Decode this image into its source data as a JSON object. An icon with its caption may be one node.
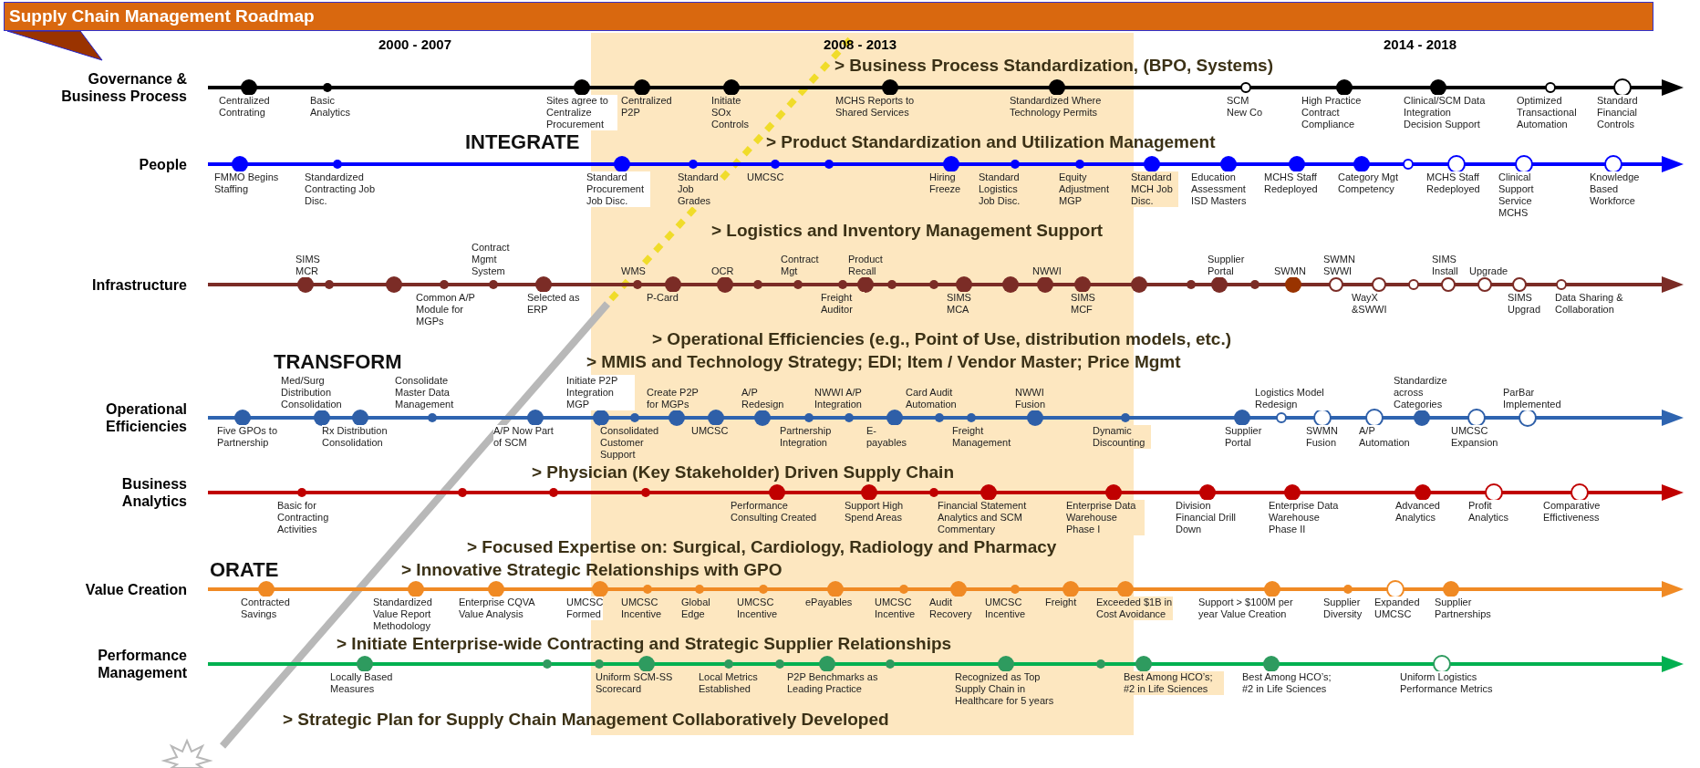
{
  "diagram": {
    "title": "Supply Chain Management Roadmap",
    "labels": [
      "2000 - 2007",
      "2008 - 2013",
      "2014 - 2018",
      "> Business Process Standardization, (BPO, Systems)",
      "Governance & Business Process",
      "Centralized Contrating",
      "Basic Analytics",
      "Sites agree to Centralize Procurement",
      "Centralized P2P",
      "Initiate SOx Controls",
      "MCHS Reports to Shared Services",
      "Standardized Where Technology Permits",
      "SCM New Co",
      "High Practice Contract Compliance",
      "Clinical/SCM Data Integration Decision Support",
      "Optimized Transactional Automation",
      "Standard Financial Controls",
      "INTEGRATE",
      "> Product Standardization and Utilization Management",
      "People",
      "FMMO Begins Staffing",
      "Standardized Contracting Job Disc.",
      "Standard Procurement Job Disc.",
      "Standard Job Grades",
      "UMCSC",
      "Hiring Freeze",
      "Standard Logistics Job Disc.",
      "Equity Adjustment MGP",
      "Standard MCH Job Disc.",
      "Education Assessment ISD Masters",
      "MCHS Staff Redeployed",
      "Category Mgt Competency",
      "MCHS Staff Redeployed",
      "Clinical Support Service MCHS",
      "Knowledge Based Workforce",
      "> Logistics and Inventory Management Support",
      "SIMS MCR",
      "Contract Mgmt System",
      "WMS",
      "OCR",
      "Contract Mgt",
      "Product Recall",
      "NWWI",
      "Supplier Portal",
      "SWMN",
      "SWMN SWWI",
      "SIMS Install",
      "Upgrade",
      "Infrastructure",
      "Common A/P Module for MGPs",
      "Selected as ERP",
      "P-Card",
      "Freight Auditor",
      "SIMS MCA",
      "SIMS MCF",
      "WayX &SWWI",
      "SIMS Upgrad",
      "Data Sharing & Collaboration",
      "> Operational Efficiencies (e.g., Point of Use, distribution models, etc.)",
      "TRANSFORM",
      "> MMIS and Technology Strategy; EDI; Item / Vendor Master; Price Mgmt",
      "Med/Surg Distribution Consolidation",
      "Consolidate Master Data Management",
      "Initiate P2P Integration MGP",
      "Create P2P for MGPs",
      "A/P Redesign",
      "NWWI A/P Integration",
      "Card Audit Automation",
      "NWWI Fusion",
      "Logistics Model Redesign",
      "Standardize across Categories",
      "ParBar Implemented",
      "Operational Efficiencies",
      "Five GPOs to Partnership",
      "Rx Distribution Consolidation",
      "A/P Now Part of SCM",
      "Consolidated Customer Support",
      "UMCSC",
      "Partnership Integration",
      "E-payables",
      "Freight Management",
      "Dynamic Discounting",
      "Supplier Portal",
      "SWMN Fusion",
      "A/P Automation",
      "UMCSC Expansion",
      "> Physician (Key Stakeholder) Driven Supply Chain",
      "Business Analytics",
      "Basic for Contracting Activities",
      "Performance Consulting Created",
      "Support High Spend Areas",
      "Financial Statement Analytics and SCM Commentary",
      "Enterprise Data Warehouse Phase I",
      "Division Financial Drill Down",
      "Enterprise Data Warehouse Phase II",
      "Advanced Analytics",
      "Profit Analytics",
      "Comparative Effictiveness",
      "> Focused Expertise on: Surgical, Cardiology, Radiology and Pharmacy",
      "ORATE",
      "> Innovative Strategic Relationships with GPO",
      "Value Creation",
      "Contracted Savings",
      "Standardized Value Report Methodology",
      "Enterprise CQVA Value Analysis",
      "UMCSC Formed",
      "UMCSC Incentive",
      "Global Edge",
      "UMCSC Incentive",
      "ePayables",
      "UMCSC Incentive",
      "Audit Recovery",
      "UMCSC Incentive",
      "Freight",
      "Exceeded $1B in Cost Avoidance",
      "Support > $100M per year Value Creation",
      "Supplier Diversity",
      "Expanded UMCSC",
      "Supplier Partnerships",
      "> Initiate Enterprise-wide Contracting and Strategic Supplier Relationships",
      "Performance Management",
      "Locally Based Measures",
      "Uniform SCM-SS Scorecard",
      "Local Metrics Established",
      "P2P Benchmarks as Leading Practice",
      "Recognized as Top Supply Chain in Healthcare for 5 years",
      "Best Among HCO’s; #2 in Life Sciences",
      "Best Among HCO’s; #2 in Life Sciences",
      "Uniform Logistics Performance Metrics",
      "> Strategic Plan for Supply Chain Management Collaboratively Developed"
    ]
  }
}
